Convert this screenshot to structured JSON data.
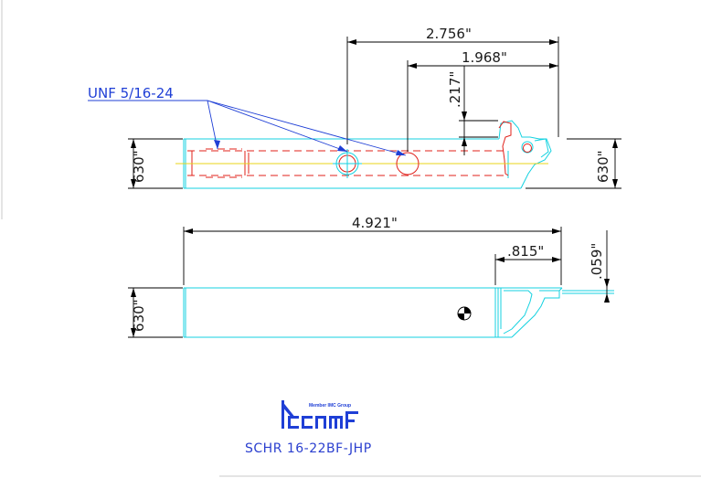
{
  "top_view": {
    "dim_overall_thread": "2.756\"",
    "dim_hole": "1.968\"",
    "dim_offset": ".217\"",
    "dim_height_left": "630\"",
    "dim_height_right": "630\"",
    "thread_note": "UNF 5/16-24"
  },
  "side_view": {
    "dim_length": "4.921\"",
    "dim_insert": ".815\"",
    "dim_small": ".059\"",
    "dim_height": "630\""
  },
  "logo": {
    "tagline": "Member IMC Group"
  },
  "part_number": "SCHR 16-22BF-JHP",
  "colors": {
    "outline": "#14d2e0",
    "hidden": "#e0201a",
    "centerline": "#e8d41a",
    "note": "#1f3fd6",
    "dimension": "#000000"
  }
}
